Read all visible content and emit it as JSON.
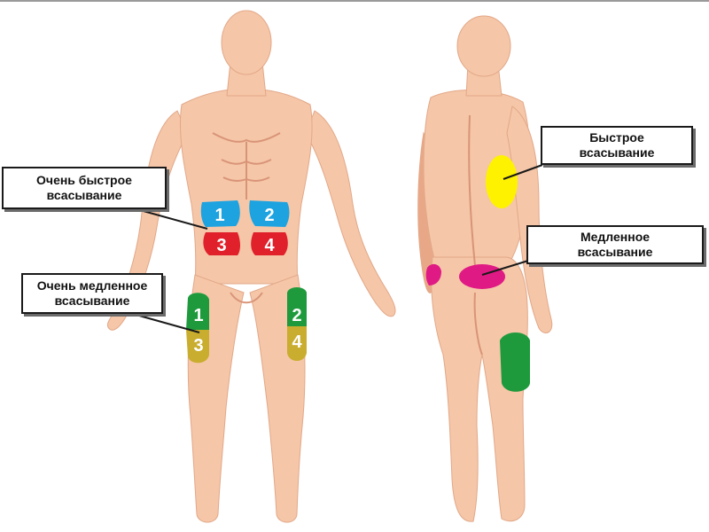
{
  "colors": {
    "skin": "#f5c6a8",
    "skin_shade": "#e8a888",
    "skin_dark": "#d99478",
    "abdomen_upper": "#1ca3e0",
    "abdomen_lower": "#e0202a",
    "thigh_upper": "#1e9a3c",
    "thigh_lower": "#c9ad2e",
    "shoulder": "#fff200",
    "buttock": "#e01a84",
    "back_thigh": "#1e9a3c"
  },
  "labels": {
    "very_fast": {
      "line1": "Очень быстрое",
      "line2": "всасывание"
    },
    "very_slow": {
      "line1": "Очень медленное",
      "line2": "всасывание"
    },
    "fast": {
      "line1": "Быстрое",
      "line2": "всасывание"
    },
    "slow": {
      "line1": "Медленное",
      "line2": "всасывание"
    }
  },
  "zones": {
    "abdomen": [
      "1",
      "2",
      "3",
      "4"
    ],
    "left_thigh": [
      "1",
      "3"
    ],
    "right_thigh": [
      "2",
      "4"
    ]
  }
}
